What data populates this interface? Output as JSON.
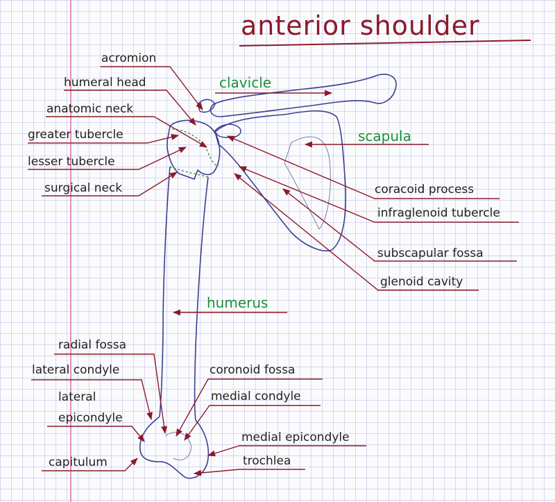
{
  "title": "anterior shoulder",
  "labels": {
    "acromion": "acromion",
    "humeral_head": "humeral head",
    "anatomic_neck": "anatomic neck",
    "greater_tubercle": "greater tubercle",
    "lesser_tubercle": "lesser tubercle",
    "surgical_neck": "surgical neck",
    "clavicle": "clavicle",
    "scapula": "scapula",
    "coracoid_process": "coracoid process",
    "infraglenoid_tubercle": "infraglenoid tubercle",
    "subscapular_fossa": "subscapular fossa",
    "glenoid_cavity": "glenoid cavity",
    "humerus": "humerus",
    "radial_fossa": "radial fossa",
    "lateral_condyle": "lateral condyle",
    "lateral": "lateral",
    "epicondyle": "epicondyle",
    "capitulum": "capitulum",
    "coronoid_fossa": "coronoid fossa",
    "medial_condyle": "medial condyle",
    "medial_epicondyle": "medial epicondyle",
    "trochlea": "trochlea"
  },
  "colors": {
    "bone_outline": "#3a3f8f",
    "leader_line": "#8b1a2b",
    "bone_label": "#1c8f3a",
    "title": "#8b1a2b",
    "grid": "#9aa0d8",
    "margin_line": "#e58fb5"
  }
}
